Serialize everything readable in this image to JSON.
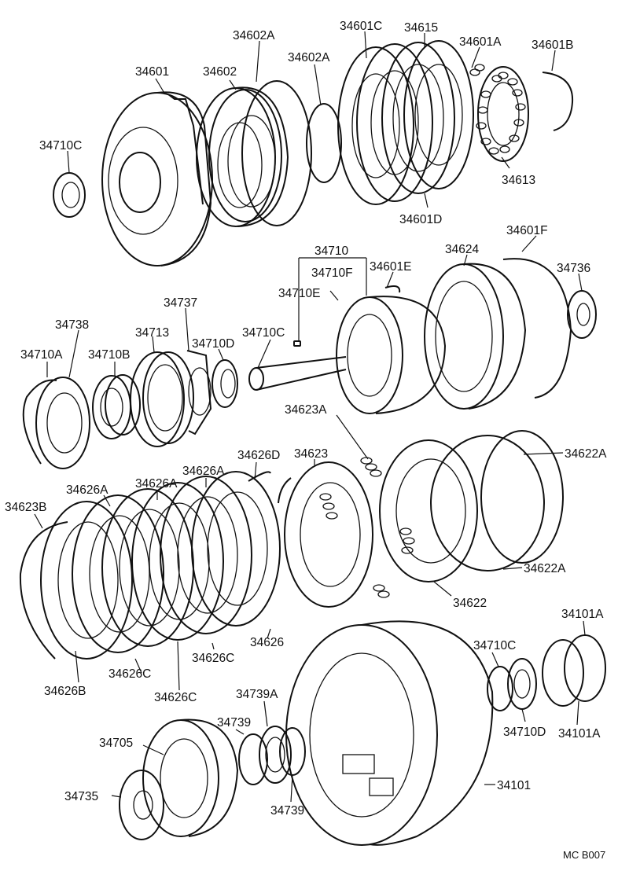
{
  "diagram_code": "MC B007",
  "parts": {
    "p34601": "34601",
    "p34602": "34602",
    "p34602A_a": "34602A",
    "p34602A_b": "34602A",
    "p34601C": "34601C",
    "p34615": "34615",
    "p34601A": "34601A",
    "p34601B": "34601B",
    "p34710C_a": "34710C",
    "p34613": "34613",
    "p34601D": "34601D",
    "p34601F": "34601F",
    "p34710": "34710",
    "p34624": "34624",
    "p34710F": "34710F",
    "p34601E": "34601E",
    "p34736": "34736",
    "p34710E": "34710E",
    "p34737": "34737",
    "p34738": "34738",
    "p34713": "34713",
    "p34710D_a": "34710D",
    "p34710C_b": "34710C",
    "p34710A": "34710A",
    "p34710B": "34710B",
    "p34623A": "34623A",
    "p34626D": "34626D",
    "p34623": "34623",
    "p34622A_a": "34622A",
    "p34626A_a": "34626A",
    "p34626A_b": "34626A",
    "p34626A_c": "34626A",
    "p34623B": "34623B",
    "p34622A_b": "34622A",
    "p34622": "34622",
    "p34626": "34626",
    "p34626C_a": "34626C",
    "p34626C_b": "34626C",
    "p34626C_c": "34626C",
    "p34626B": "34626B",
    "p34101A_a": "34101A",
    "p34710C_c": "34710C",
    "p34739A": "34739A",
    "p34739_a": "34739",
    "p34705": "34705",
    "p34710D_b": "34710D",
    "p34101A_b": "34101A",
    "p34101": "34101",
    "p34735": "34735",
    "p34739_b": "34739"
  }
}
